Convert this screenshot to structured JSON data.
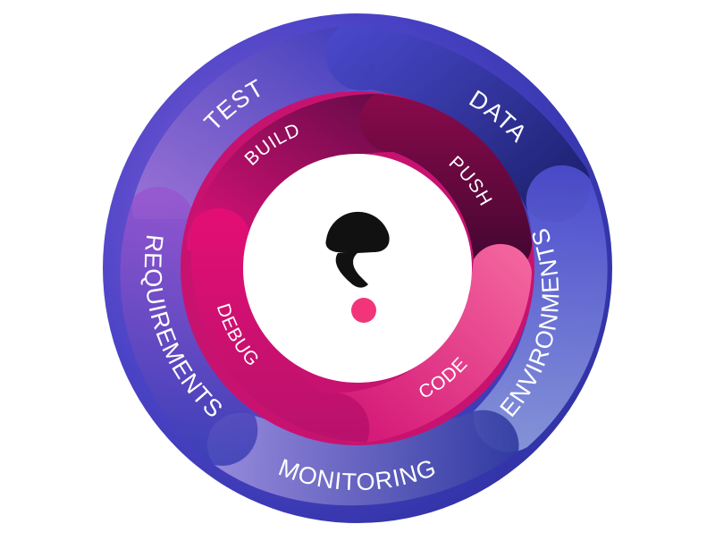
{
  "diagram": {
    "outer_stages": [
      "TEST",
      "DATA",
      "ENVIRONMENTS",
      "MONITORING",
      "REQUIREMENTS"
    ],
    "inner_stages": [
      "BUILD",
      "PUSH",
      "CODE",
      "DEBUG"
    ],
    "center_icon": "question-mark-logo",
    "colors": {
      "outer_ring": "#4a3fc4",
      "outer_ring_light": "#8b7fe0",
      "outer_ring_dark": "#1f2170",
      "inner_ring": "#c8106e",
      "inner_ring_dark": "#5a0838",
      "inner_ring_light": "#f0508e",
      "logo_dark": "#111111",
      "logo_dot": "#f2357a",
      "label": "#ffffff"
    }
  }
}
